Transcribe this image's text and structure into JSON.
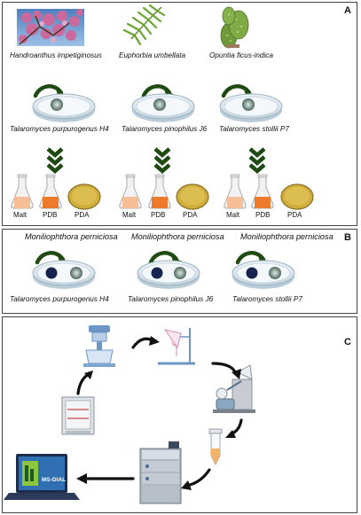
{
  "panel_a": {
    "label": "A",
    "plants": [
      {
        "name": "Handroanthus impetiginosus"
      },
      {
        "name": "Euphorbia umbellata"
      },
      {
        "name": "Opuntia ficus-indica"
      }
    ],
    "fungi": [
      {
        "name": "Talaromyces purpurogenus H4"
      },
      {
        "name": "Talaromyces pinophilus J6"
      },
      {
        "name": "Talaromyces stollii P7"
      }
    ],
    "media": [
      "Malt",
      "PDB",
      "PDA"
    ]
  },
  "panel_b": {
    "label": "B",
    "pathogen": "Moniliophthora perniciosa",
    "fungi": [
      "Talaromyces purpurogenus H4",
      "Talaromyces pinophilus J6",
      "Talaromyces stollii P7"
    ]
  },
  "panel_c": {
    "label": "C",
    "software_label": "MS-DIAL"
  },
  "colors": {
    "arrow_green": "#1f4a12",
    "malt_orange": "#f6b98d",
    "pdb_orange": "#ee7a2b",
    "pda_yellow": "#cfae3e",
    "pathogen_navy": "#16244f",
    "petri_rim": "#c9d9e3"
  }
}
